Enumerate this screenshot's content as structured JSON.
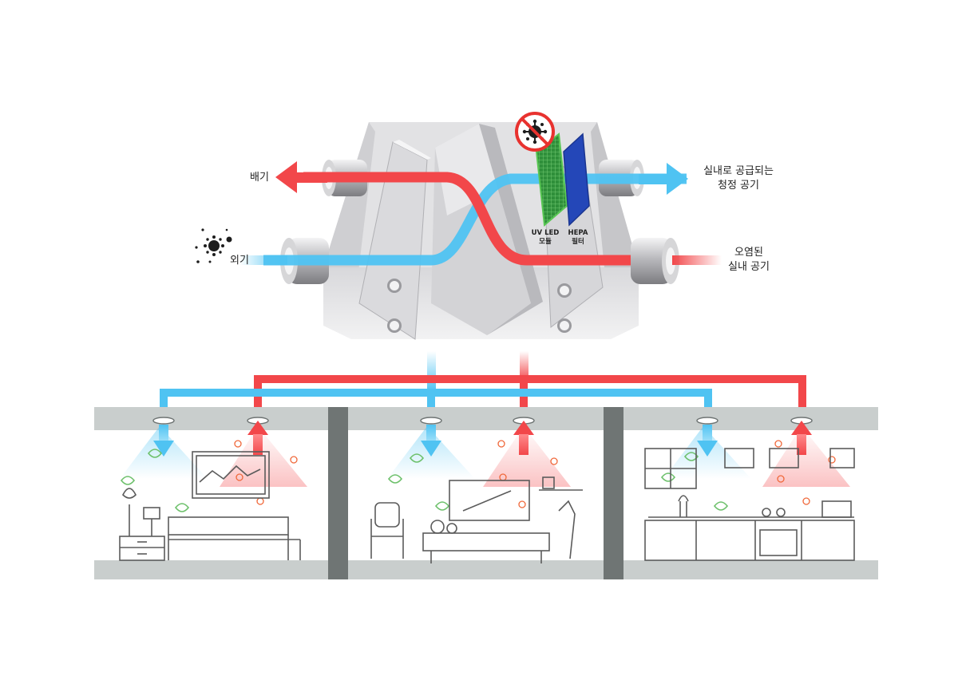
{
  "labels": {
    "exhaust": "배기",
    "outdoor_air": "외기",
    "supply_line1": "실내로 공급되는",
    "supply_line2": "청정 공기",
    "polluted_line1": "오염된",
    "polluted_line2": "실내 공기",
    "uvled_line1": "UV LED",
    "uvled_line2": "모듈",
    "hepa_line1": "HEPA",
    "hepa_line2": "필터"
  },
  "colors": {
    "clean_air": "#4fc3f2",
    "dirty_air": "#f2474a",
    "unit_body": "#e3e3e5",
    "unit_shadow": "#b8b8bc",
    "room_slab": "#c9cecd",
    "pillar": "#6f7574",
    "line_art": "#5b5b5b",
    "leaf": "#6cc06a",
    "germ": "#f0683a",
    "uv_filter": "#3bb54a",
    "hepa_filter": "#1f4fbf"
  },
  "rooms": [
    {
      "name": "bedroom"
    },
    {
      "name": "living-room"
    },
    {
      "name": "kitchen"
    }
  ],
  "icons": {
    "no_virus": "no-virus-icon",
    "virus": "virus-icon",
    "leaf": "leaf-icon",
    "germ": "germ-icon"
  }
}
